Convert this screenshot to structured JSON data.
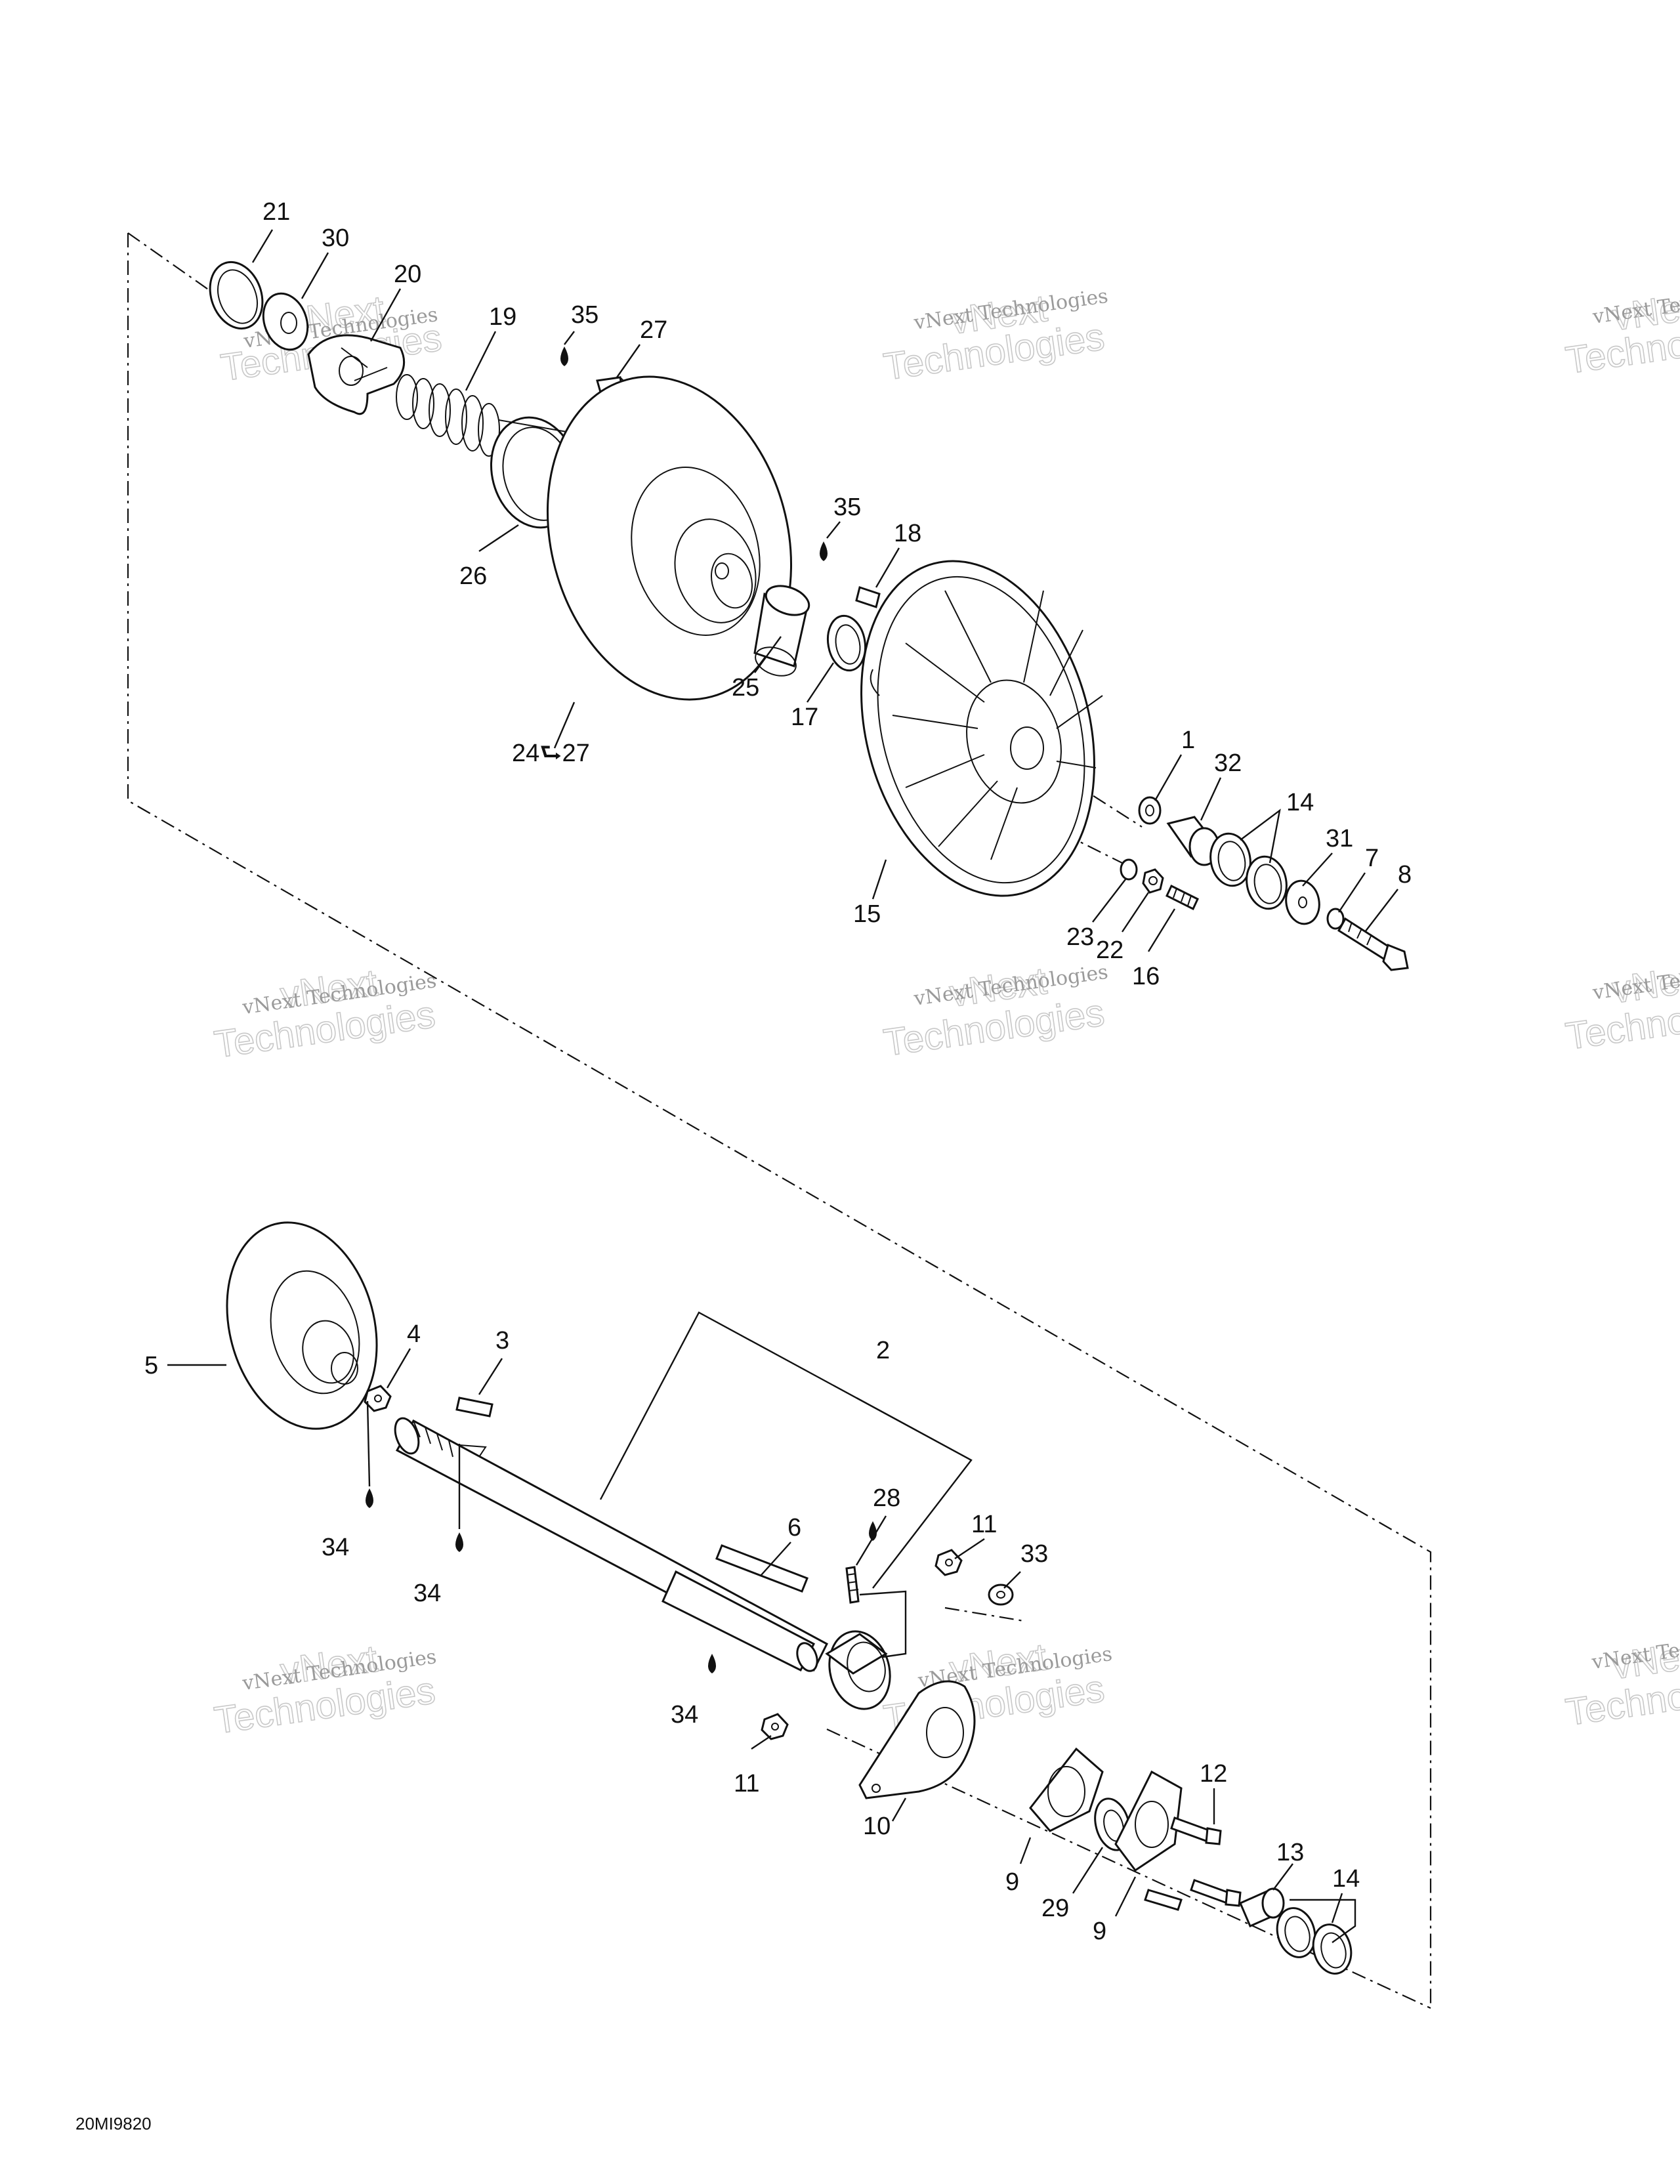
{
  "diagram": {
    "labels": [
      {
        "text": "21"
      },
      {
        "text": "30"
      },
      {
        "text": "20"
      },
      {
        "text": "19"
      },
      {
        "text": "35"
      },
      {
        "text": "27"
      },
      {
        "text": "26"
      },
      {
        "text": "35"
      },
      {
        "text": "18"
      },
      {
        "text": "25"
      },
      {
        "text": "17"
      },
      {
        "text": "24⮑27"
      },
      {
        "text": "1"
      },
      {
        "text": "32"
      },
      {
        "text": "14"
      },
      {
        "text": "31"
      },
      {
        "text": "7"
      },
      {
        "text": "8"
      },
      {
        "text": "15"
      },
      {
        "text": "23"
      },
      {
        "text": "22"
      },
      {
        "text": "16"
      },
      {
        "text": "5"
      },
      {
        "text": "4"
      },
      {
        "text": "3"
      },
      {
        "text": "2"
      },
      {
        "text": "28"
      },
      {
        "text": "11"
      },
      {
        "text": "33"
      },
      {
        "text": "6"
      },
      {
        "text": "34"
      },
      {
        "text": "34"
      },
      {
        "text": "34"
      },
      {
        "text": "11"
      },
      {
        "text": "10"
      },
      {
        "text": "12"
      },
      {
        "text": "9"
      },
      {
        "text": "29"
      },
      {
        "text": "9"
      },
      {
        "text": "13"
      },
      {
        "text": "14"
      }
    ],
    "code": "20MI9820",
    "watermark": {
      "line1": "vNext Technologies",
      "line2": "vNext\nTechnologies"
    }
  }
}
